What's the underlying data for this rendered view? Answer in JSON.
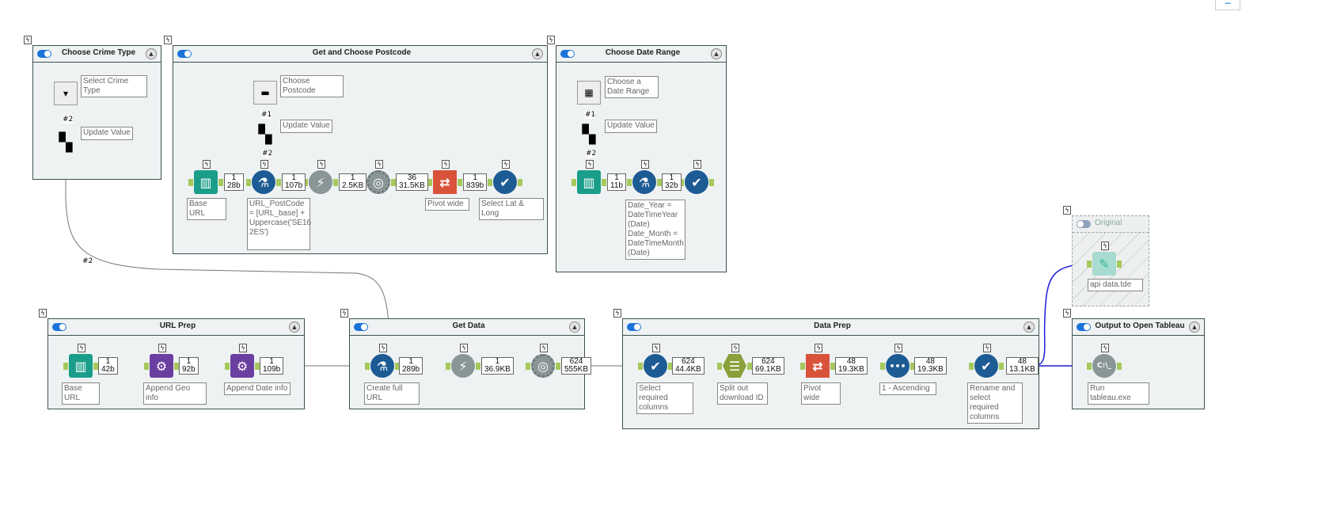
{
  "canvas": {
    "zoom_button": "−"
  },
  "containers": [
    {
      "title": "Choose Crime Type",
      "enabled": true
    },
    {
      "title": "Get and Choose Postcode",
      "enabled": true
    },
    {
      "title": "Choose Date Range",
      "enabled": true
    },
    {
      "title": "Original",
      "enabled": false
    },
    {
      "title": "URL Prep",
      "enabled": true
    },
    {
      "title": "Get Data",
      "enabled": true
    },
    {
      "title": "Data Prep",
      "enabled": true
    },
    {
      "title": "Output to Open Tableau",
      "enabled": true
    }
  ],
  "tools": [
    {
      "icon": "dropdown-icon",
      "label": "Select Crime Type"
    },
    {
      "icon": "clapper-icon",
      "label": "Update Value"
    },
    {
      "icon": "textbox-icon",
      "label": "Choose Postcode"
    },
    {
      "icon": "clapper-icon",
      "label": "Update Value"
    },
    {
      "icon": "book-icon",
      "label": "Base URL",
      "records": "1",
      "size": "28b"
    },
    {
      "icon": "formula-icon",
      "label": "URL_PostCode = [URL_base] + Uppercase('SE16 2ES')",
      "records": "1",
      "size": "107b"
    },
    {
      "icon": "download-icon",
      "records": "1",
      "size": "2.5KB"
    },
    {
      "icon": "json-icon",
      "records": "36",
      "size": "31.5KB"
    },
    {
      "icon": "pivot-icon",
      "label": "Pivot wide",
      "records": "1",
      "size": "839b"
    },
    {
      "icon": "select-icon",
      "label": "Select Lat & Long"
    },
    {
      "icon": "calendar-icon",
      "label": "Choose a Date Range"
    },
    {
      "icon": "clapper-icon",
      "label": "Update Value"
    },
    {
      "icon": "book-icon",
      "records": "1",
      "size": "11b"
    },
    {
      "icon": "formula-icon",
      "label": "Date_Year = DateTimeYear (Date) Date_Month = DateTimeMonth (Date)",
      "records": "1",
      "size": "32b"
    },
    {
      "icon": "select-icon"
    },
    {
      "icon": "tde-icon",
      "label": "api data.tde"
    },
    {
      "icon": "book-icon",
      "label": "Base URL",
      "records": "1",
      "size": "42b"
    },
    {
      "icon": "macro-icon",
      "label": "Append Geo info",
      "records": "1",
      "size": "92b"
    },
    {
      "icon": "macro-icon",
      "label": "Append Date info",
      "records": "1",
      "size": "109b"
    },
    {
      "icon": "formula-icon",
      "label": "Create full URL",
      "records": "1",
      "size": "289b"
    },
    {
      "icon": "download-icon",
      "records": "1",
      "size": "36.9KB"
    },
    {
      "icon": "json-icon",
      "records": "624",
      "size": "555KB"
    },
    {
      "icon": "select-icon",
      "label": "Select required columns",
      "records": "624",
      "size": "44.4KB"
    },
    {
      "icon": "split-icon",
      "label": "Split out download ID",
      "records": "624",
      "size": "69.1KB"
    },
    {
      "icon": "pivot-icon",
      "label": "Pivot wide",
      "records": "48",
      "size": "19.3KB"
    },
    {
      "icon": "sort-icon",
      "label": "1 - Ascending",
      "records": "48",
      "size": "19.3KB"
    },
    {
      "icon": "select-icon",
      "label": "Rename and select required columns",
      "records": "48",
      "size": "13.1KB"
    },
    {
      "icon": "run-command-icon",
      "label": "Run tableau.exe"
    }
  ],
  "tags": [
    "#2",
    "#1",
    "#2",
    "#1",
    "#2",
    "#2"
  ],
  "colors": {
    "container_bg": "#eef2f3",
    "toggle": "#1a73d9",
    "wire": "#777777",
    "output_wire": "#1a1ad9",
    "anchor": "#a5c95b"
  }
}
